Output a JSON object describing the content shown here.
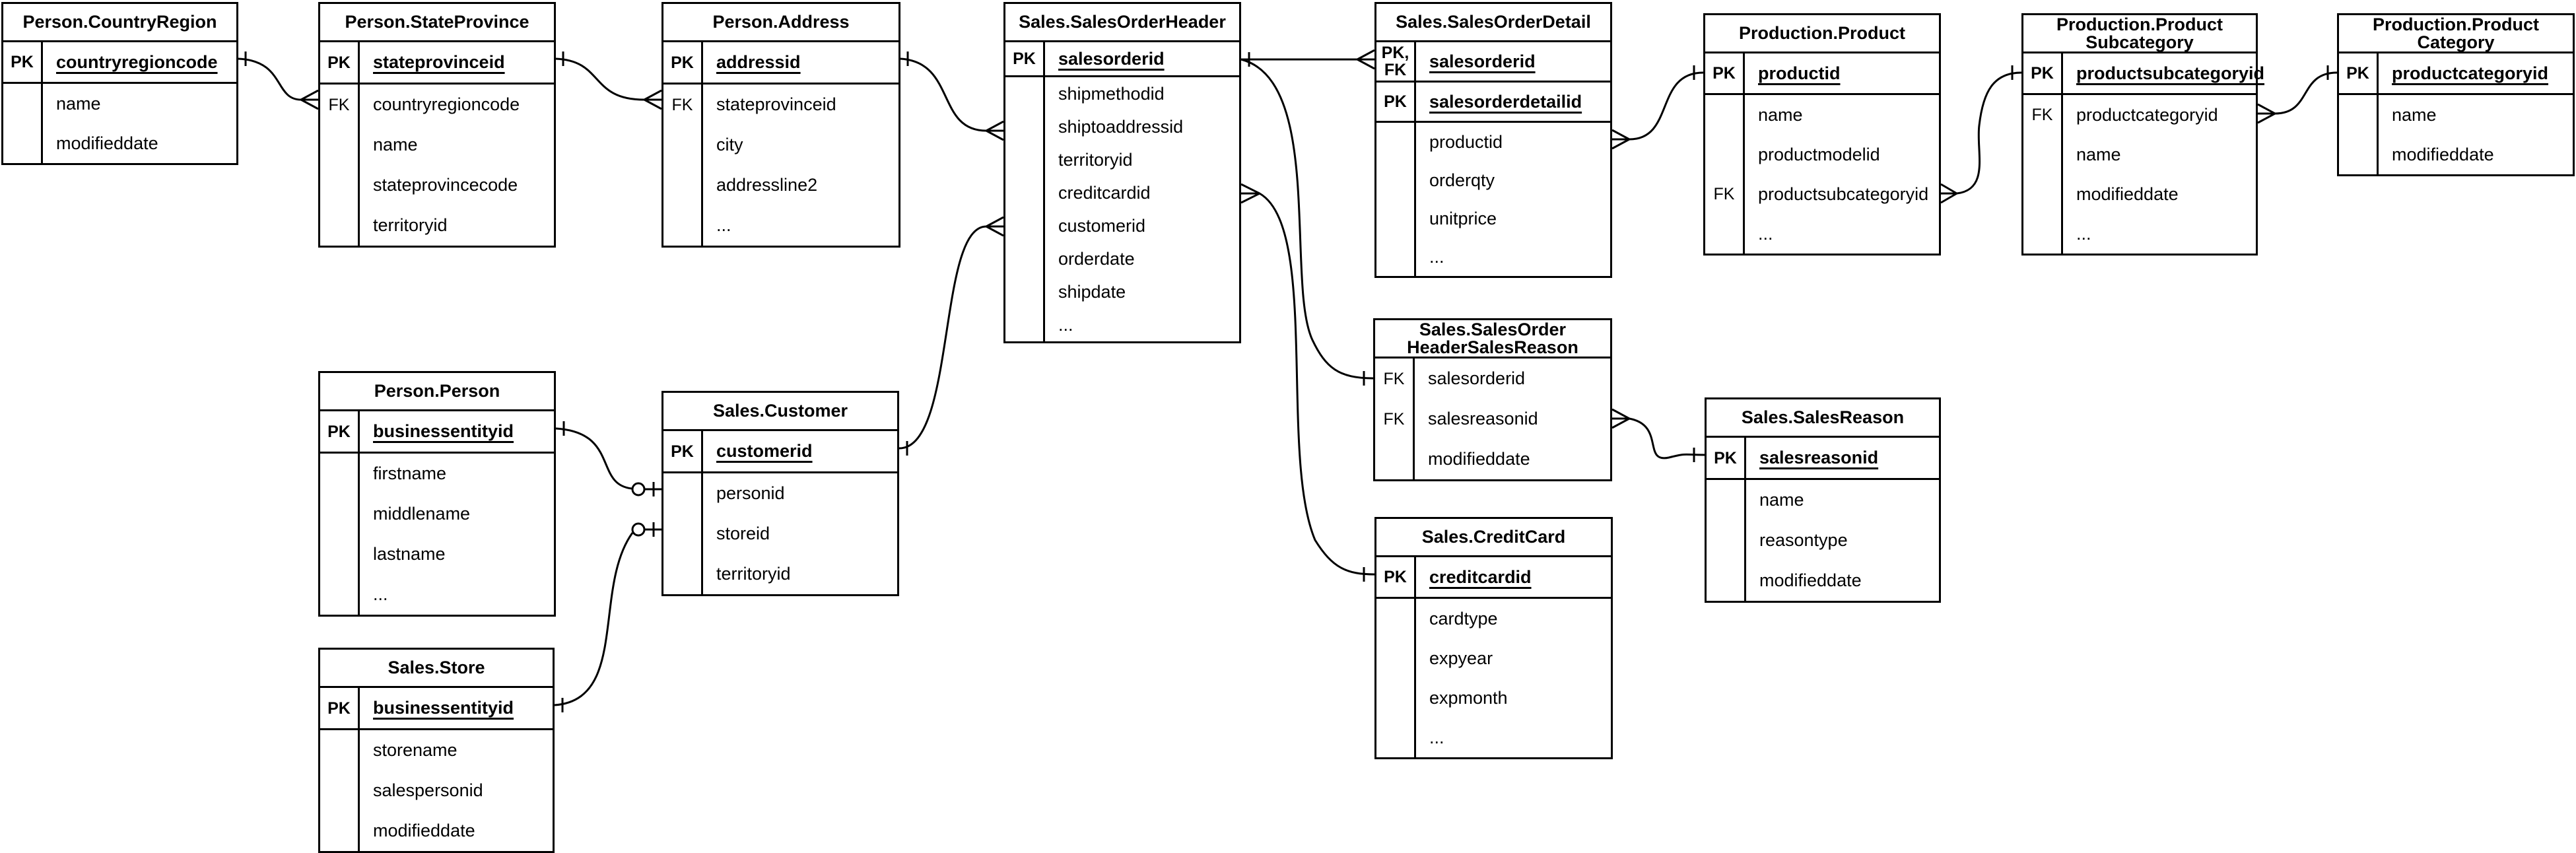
{
  "diagram": {
    "kind": "entity-relationship-diagram",
    "line_color": "#000000",
    "background_color": "#ffffff"
  },
  "tables": [
    {
      "id": "countryregion",
      "title": "Person.CountryRegion",
      "sections": [
        {
          "rows": [
            {
              "key": "PK",
              "field": "countryregioncode",
              "pk": true
            }
          ]
        },
        {
          "rows": [
            {
              "key": "",
              "field": "name"
            },
            {
              "key": "",
              "field": "modifieddate"
            }
          ]
        }
      ]
    },
    {
      "id": "stateprovince",
      "title": "Person.StateProvince",
      "sections": [
        {
          "rows": [
            {
              "key": "PK",
              "field": "stateprovinceid",
              "pk": true
            }
          ]
        },
        {
          "rows": [
            {
              "key": "FK",
              "field": "countryregioncode"
            },
            {
              "key": "",
              "field": "name"
            },
            {
              "key": "",
              "field": "stateprovincecode"
            },
            {
              "key": "",
              "field": "territoryid"
            }
          ]
        }
      ]
    },
    {
      "id": "address",
      "title": "Person.Address",
      "sections": [
        {
          "rows": [
            {
              "key": "PK",
              "field": "addressid",
              "pk": true
            }
          ]
        },
        {
          "rows": [
            {
              "key": "FK",
              "field": "stateprovinceid"
            },
            {
              "key": "",
              "field": "city"
            },
            {
              "key": "",
              "field": "addressline2"
            },
            {
              "key": "",
              "field": "..."
            }
          ]
        }
      ]
    },
    {
      "id": "salesorderheader",
      "title": "Sales.SalesOrderHeader",
      "sections": [
        {
          "rows": [
            {
              "key": "PK",
              "field": "salesorderid",
              "pk": true
            }
          ]
        },
        {
          "rows": [
            {
              "key": "",
              "field": "shipmethodid"
            },
            {
              "key": "",
              "field": "shiptoaddressid"
            },
            {
              "key": "",
              "field": "territoryid"
            },
            {
              "key": "",
              "field": "creditcardid"
            },
            {
              "key": "",
              "field": "customerid"
            },
            {
              "key": "",
              "field": "orderdate"
            },
            {
              "key": "",
              "field": "shipdate"
            },
            {
              "key": "",
              "field": "..."
            }
          ]
        }
      ]
    },
    {
      "id": "salesorderdetail",
      "title": "Sales.SalesOrderDetail",
      "sections": [
        {
          "rows": [
            {
              "key": "PK, FK",
              "field": "salesorderid",
              "pk": true
            }
          ]
        },
        {
          "rows": [
            {
              "key": "PK",
              "field": "salesorderdetailid",
              "pk": true
            }
          ]
        },
        {
          "rows": [
            {
              "key": "",
              "field": "productid"
            },
            {
              "key": "",
              "field": "orderqty"
            },
            {
              "key": "",
              "field": "unitprice"
            },
            {
              "key": "",
              "field": "..."
            }
          ]
        }
      ]
    },
    {
      "id": "product",
      "title": "Production.Product",
      "sections": [
        {
          "rows": [
            {
              "key": "PK",
              "field": "productid",
              "pk": true
            }
          ]
        },
        {
          "rows": [
            {
              "key": "",
              "field": "name"
            },
            {
              "key": "",
              "field": "productmodelid"
            },
            {
              "key": "FK",
              "field": "productsubcategoryid"
            },
            {
              "key": "",
              "field": "..."
            }
          ]
        }
      ]
    },
    {
      "id": "productsubcategory",
      "title": "Production.Product",
      "title2": "Subcategory",
      "sections": [
        {
          "rows": [
            {
              "key": "PK",
              "field": "productsubcategoryid",
              "pk": true
            }
          ]
        },
        {
          "rows": [
            {
              "key": "FK",
              "field": "productcategoryid"
            },
            {
              "key": "",
              "field": "name"
            },
            {
              "key": "",
              "field": "modifieddate"
            },
            {
              "key": "",
              "field": "..."
            }
          ]
        }
      ]
    },
    {
      "id": "productcategory",
      "title": "Production.Product",
      "title2": "Category",
      "sections": [
        {
          "rows": [
            {
              "key": "PK",
              "field": "productcategoryid",
              "pk": true
            }
          ]
        },
        {
          "rows": [
            {
              "key": "",
              "field": "name"
            },
            {
              "key": "",
              "field": "modifieddate"
            }
          ]
        }
      ]
    },
    {
      "id": "person",
      "title": "Person.Person",
      "sections": [
        {
          "rows": [
            {
              "key": "PK",
              "field": "businessentityid",
              "pk": true
            }
          ]
        },
        {
          "rows": [
            {
              "key": "",
              "field": "firstname"
            },
            {
              "key": "",
              "field": "middlename"
            },
            {
              "key": "",
              "field": "lastname"
            },
            {
              "key": "",
              "field": "..."
            }
          ]
        }
      ]
    },
    {
      "id": "customer",
      "title": "Sales.Customer",
      "sections": [
        {
          "rows": [
            {
              "key": "PK",
              "field": "customerid",
              "pk": true
            }
          ]
        },
        {
          "rows": [
            {
              "key": "",
              "field": "personid"
            },
            {
              "key": "",
              "field": "storeid"
            },
            {
              "key": "",
              "field": "territoryid"
            }
          ]
        }
      ]
    },
    {
      "id": "store",
      "title": "Sales.Store",
      "sections": [
        {
          "rows": [
            {
              "key": "PK",
              "field": "businessentityid",
              "pk": true
            }
          ]
        },
        {
          "rows": [
            {
              "key": "",
              "field": "storename"
            },
            {
              "key": "",
              "field": "salespersonid"
            },
            {
              "key": "",
              "field": "modifieddate"
            }
          ]
        }
      ]
    },
    {
      "id": "salesorderheadersalesreason",
      "title": "Sales.SalesOrder",
      "title2": "HeaderSalesReason",
      "sections": [
        {
          "rows": [
            {
              "key": "FK",
              "field": "salesorderid"
            },
            {
              "key": "FK",
              "field": "salesreasonid"
            },
            {
              "key": "",
              "field": "modifieddate"
            }
          ]
        }
      ]
    },
    {
      "id": "salesreason",
      "title": "Sales.SalesReason",
      "sections": [
        {
          "rows": [
            {
              "key": "PK",
              "field": "salesreasonid",
              "pk": true
            }
          ]
        },
        {
          "rows": [
            {
              "key": "",
              "field": "name"
            },
            {
              "key": "",
              "field": "reasontype"
            },
            {
              "key": "",
              "field": "modifieddate"
            }
          ]
        }
      ]
    },
    {
      "id": "creditcard",
      "title": "Sales.CreditCard",
      "sections": [
        {
          "rows": [
            {
              "key": "PK",
              "field": "creditcardid",
              "pk": true
            }
          ]
        },
        {
          "rows": [
            {
              "key": "",
              "field": "cardtype"
            },
            {
              "key": "",
              "field": "expyear"
            },
            {
              "key": "",
              "field": "expmonth"
            },
            {
              "key": "",
              "field": "..."
            }
          ]
        }
      ]
    }
  ],
  "relationships": [
    {
      "from": "Person.CountryRegion.countryregioncode",
      "to": "Person.StateProvince.countryregioncode",
      "from_end": "one",
      "to_end": "many"
    },
    {
      "from": "Person.StateProvince.stateprovinceid",
      "to": "Person.Address.stateprovinceid",
      "from_end": "one",
      "to_end": "many"
    },
    {
      "from": "Person.Address.addressid",
      "to": "Sales.SalesOrderHeader.shiptoaddressid",
      "from_end": "one",
      "to_end": "many"
    },
    {
      "from": "Sales.SalesOrderHeader.salesorderid",
      "to": "Sales.SalesOrderDetail.salesorderid",
      "from_end": "one",
      "to_end": "many"
    },
    {
      "from": "Sales.SalesOrderHeader.salesorderid",
      "to": "Sales.SalesOrderHeaderSalesReason.salesorderid",
      "from_end": "one",
      "to_end": "one"
    },
    {
      "from": "Sales.SalesOrderHeader.creditcardid",
      "to": "Sales.CreditCard.creditcardid",
      "from_end": "many",
      "to_end": "one"
    },
    {
      "from": "Sales.SalesOrderDetail.productid",
      "to": "Production.Product.productid",
      "from_end": "many",
      "to_end": "one"
    },
    {
      "from": "Production.Product.productsubcategoryid",
      "to": "Production.ProductSubcategory.productsubcategoryid",
      "from_end": "many",
      "to_end": "one"
    },
    {
      "from": "Production.ProductSubcategory.productcategoryid",
      "to": "Production.ProductCategory.productcategoryid",
      "from_end": "many",
      "to_end": "one"
    },
    {
      "from": "Person.Person.businessentityid",
      "to": "Sales.Customer.personid",
      "from_end": "one",
      "to_end": "zero-or-one"
    },
    {
      "from": "Sales.Store.businessentityid",
      "to": "Sales.Customer.storeid",
      "from_end": "one",
      "to_end": "zero-or-one"
    },
    {
      "from": "Sales.Customer.customerid",
      "to": "Sales.SalesOrderHeader.customerid",
      "from_end": "one",
      "to_end": "many"
    },
    {
      "from": "Sales.SalesOrderHeaderSalesReason.salesreasonid",
      "to": "Sales.SalesReason.salesreasonid",
      "from_end": "many",
      "to_end": "one"
    }
  ]
}
